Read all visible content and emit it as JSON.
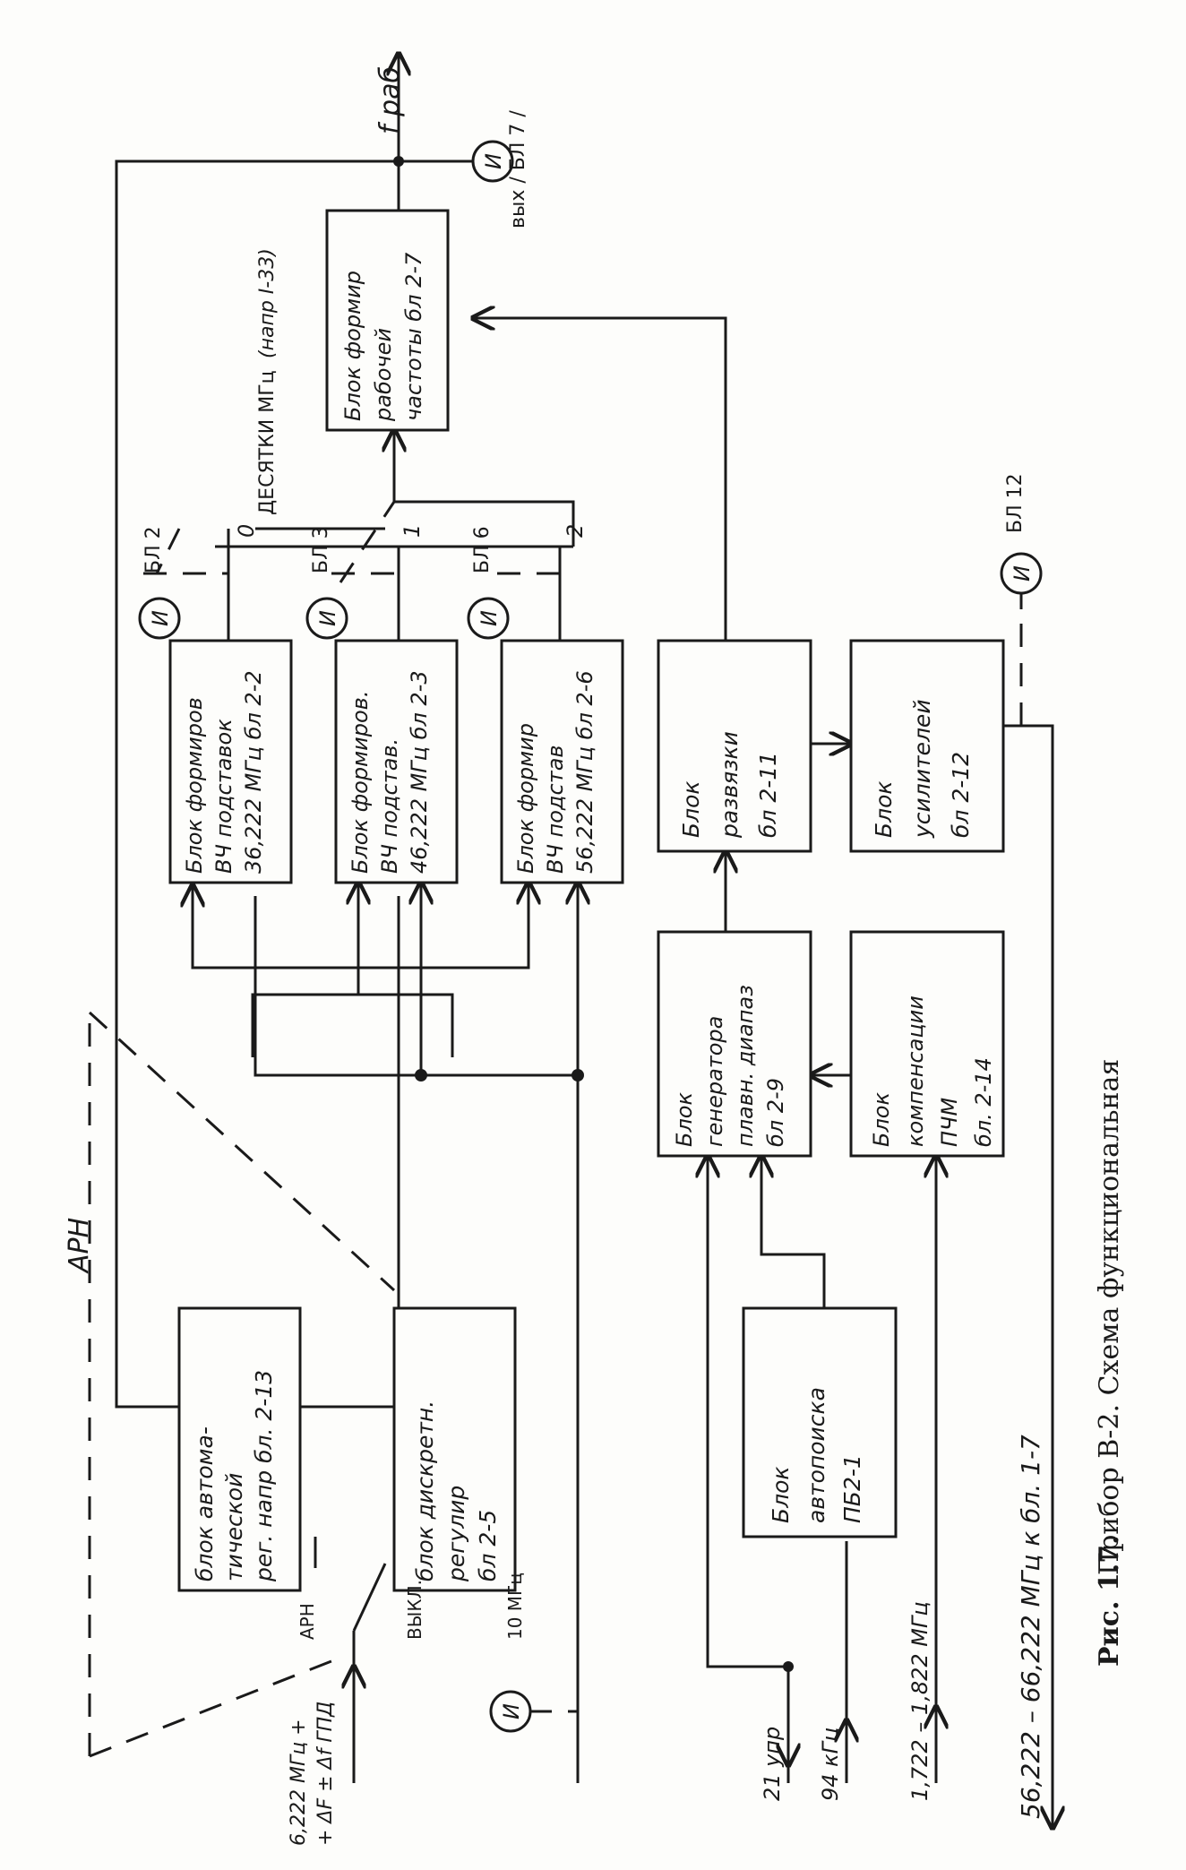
{
  "caption": {
    "number": "Рис. 1.7.",
    "text": "Прибор В-2. Схема функциональная"
  },
  "blocks": {
    "b213": {
      "l1": "блок автома-",
      "l2": "тической",
      "l3": "рег. напр бл. 2-13"
    },
    "b25": {
      "l1": "блок дискретн.",
      "l2": "регулир",
      "l3": "бл 2-5"
    },
    "b22": {
      "l1": "Блок формиров",
      "l2": "ВЧ подставок",
      "l3": "36,222 МГц бл 2-2"
    },
    "b23": {
      "l1": "Блок формиров.",
      "l2": "ВЧ подстав.",
      "l3": "46,222 МГц бл 2-3"
    },
    "b26": {
      "l1": "Блок формир",
      "l2": "ВЧ подстав",
      "l3": "56,222 МГц бл 2-6"
    },
    "b27": {
      "l1": "Блок формир",
      "l2": "рабочей",
      "l3": "частоты бл 2-7"
    },
    "b211": {
      "l1": "Блок",
      "l2": "развязки",
      "l3": "бл 2-11"
    },
    "b212": {
      "l1": "Блок",
      "l2": "усилителей",
      "l3": "бл 2-12"
    },
    "b29": {
      "l1": "Блок",
      "l2": "генератора",
      "l3": "плавн. диапаз",
      "l4": "бл 2-9"
    },
    "b214": {
      "l1": "Блок",
      "l2": "компенсации",
      "l3": "ПЧМ",
      "l4": "бл. 2-14"
    },
    "pb21": {
      "l1": "Блок",
      "l2": "автопоиска",
      "l3": "ПБ2-1"
    }
  },
  "indicators": {
    "letter": "И"
  },
  "labels": {
    "f_rab": "f раб",
    "out_bl7": "вых / БЛ 7 /",
    "desyatki": "ДЕСЯТКИ МГц",
    "naprav": "(напр I-33)",
    "bl2": "БЛ 2",
    "bl3": "БЛ 3",
    "bl6": "БЛ 6",
    "bl12": "БЛ 12",
    "pos0": "0",
    "pos1": "1",
    "pos2": "2",
    "arn_loop": "АРН",
    "arn_switch": "АРН",
    "off": "ВЫКЛ.",
    "mhz10": "10 МГц",
    "input1": "6,222 МГц +",
    "input2": "+ ΔF ± Δf ГПД",
    "upr21": "21 упр",
    "khz94": "94 кГц",
    "mhz1722": "1,722 – 1,822 МГц",
    "output_range": "56,222 – 66,222 МГц  к  бл. 1-7"
  }
}
